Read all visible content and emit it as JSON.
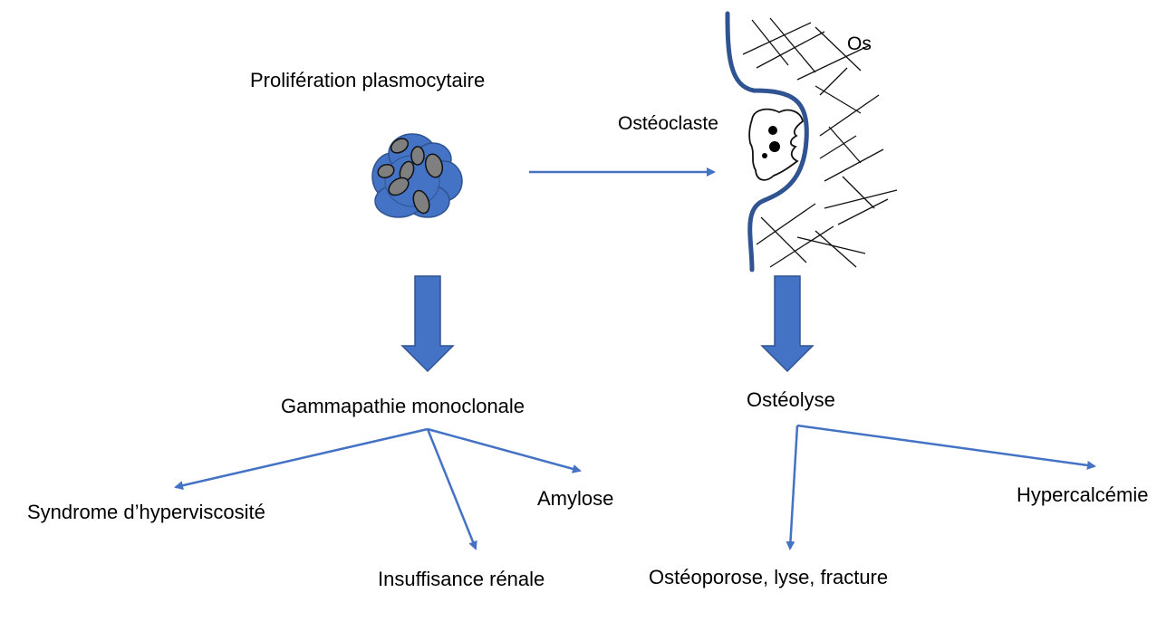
{
  "colors": {
    "accent_blue": "#4472C4",
    "dark_blue": "#2F5491",
    "cell_gray": "#7F7F7F",
    "text": "#000000"
  },
  "labels": {
    "proliferation": "Prolifération plasmocytaire",
    "osteoclast": "Ostéoclaste",
    "bone": "Os",
    "gammapathy": "Gammapathie monoclonale",
    "osteolysis": "Ostéolyse",
    "hyperviscosity": "Syndrome d’hyperviscosité",
    "renal_failure": "Insuffisance rénale",
    "amyloidosis": "Amylose",
    "osteoporosis": "Ostéoporose, lyse, fracture",
    "hypercalcemia": "Hypercalcémie"
  },
  "icons": {
    "plasma_cells": "plasma-cell-cluster-icon",
    "osteoclast": "osteoclast-cell-icon",
    "bone": "trabecular-bone-icon"
  }
}
